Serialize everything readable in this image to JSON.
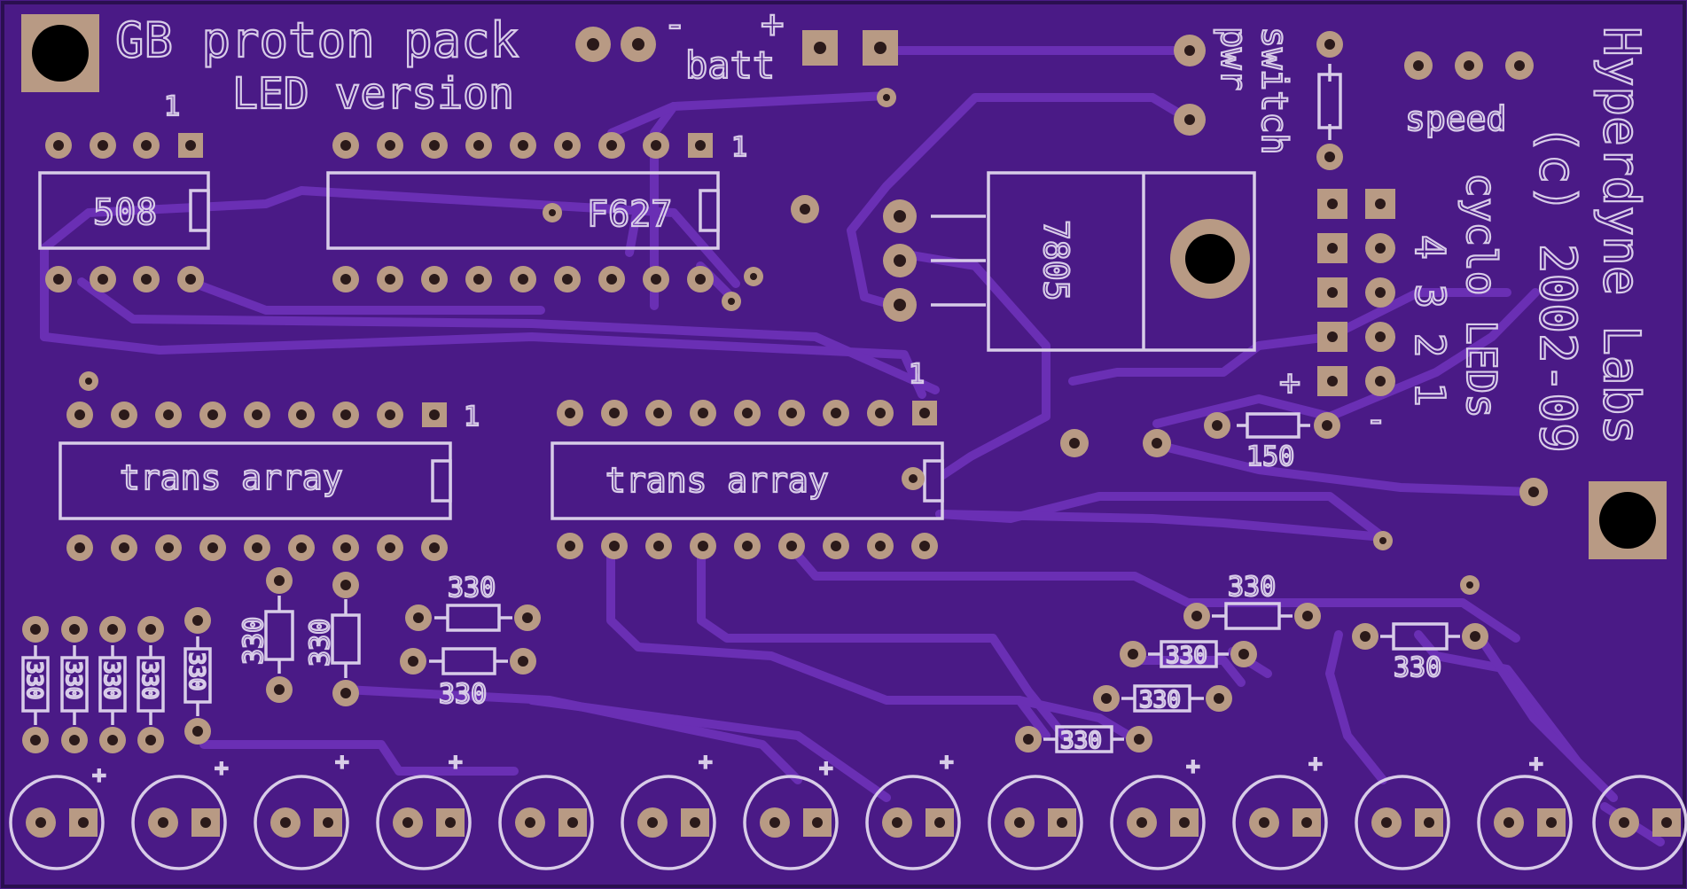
{
  "board": {
    "title": "GB proton pack",
    "subtitle": "LED version",
    "batt_label": "batt",
    "batt_minus": "-",
    "batt_plus": "+",
    "pwr_switch_label": [
      "pwr",
      "switch"
    ],
    "speed_label": "speed",
    "maker": "Hyperdyne Labs",
    "copyright": "(c) 2002-09",
    "cyclo_label": "cyclo LEDs",
    "cyclo_numbers": "4 3 2 1",
    "cyclo_plus": "+",
    "cyclo_minus": "-",
    "pin1": "1",
    "ic_508": "508",
    "ic_f627": "F627",
    "reg_7805": "7805",
    "trans_array_1": "trans array",
    "trans_array_2": "trans array",
    "res_330": "330",
    "res_150": "150",
    "led_plus": "+",
    "colors": {
      "board": "#4a1a86",
      "trace": "#6a2fb4",
      "silk": "#d8cce8",
      "pad": "#b89a84"
    }
  }
}
